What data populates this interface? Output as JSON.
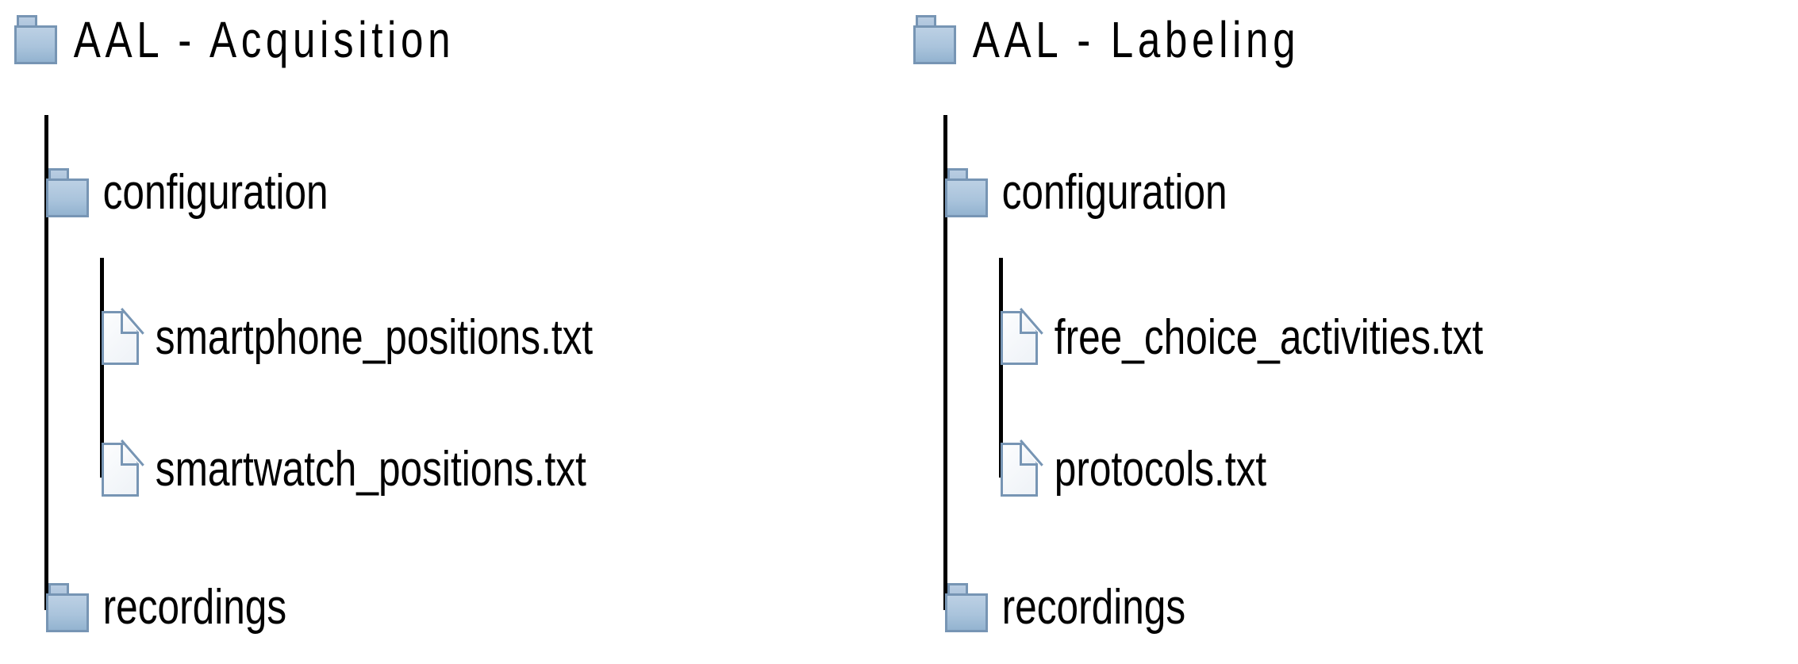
{
  "diagram": {
    "type": "folder-tree",
    "background_color": "#ffffff",
    "text_color": "#000000",
    "folder_icon_colors": {
      "fill_top": "#bcd0e4",
      "fill_bottom": "#93b3d0",
      "border": "#7795b4"
    },
    "file_icon_colors": {
      "fill": "#f2f6fa",
      "border": "#7795b4"
    },
    "connector_color": "#000000"
  },
  "trees": [
    {
      "id": "acquisition",
      "root": {
        "label": "AAL - Acquisition",
        "icon": "folder-icon"
      },
      "children": [
        {
          "label": "configuration",
          "icon": "folder-icon",
          "children": [
            {
              "label": "smartphone_positions.txt",
              "icon": "file-icon"
            },
            {
              "label": "smartwatch_positions.txt",
              "icon": "file-icon"
            }
          ]
        },
        {
          "label": "recordings",
          "icon": "folder-icon",
          "children": []
        }
      ]
    },
    {
      "id": "labeling",
      "root": {
        "label": "AAL - Labeling",
        "icon": "folder-icon"
      },
      "children": [
        {
          "label": "configuration",
          "icon": "folder-icon",
          "children": [
            {
              "label": "free_choice_activities.txt",
              "icon": "file-icon"
            },
            {
              "label": "protocols.txt",
              "icon": "file-icon"
            }
          ]
        },
        {
          "label": "recordings",
          "icon": "folder-icon",
          "children": []
        }
      ]
    }
  ]
}
